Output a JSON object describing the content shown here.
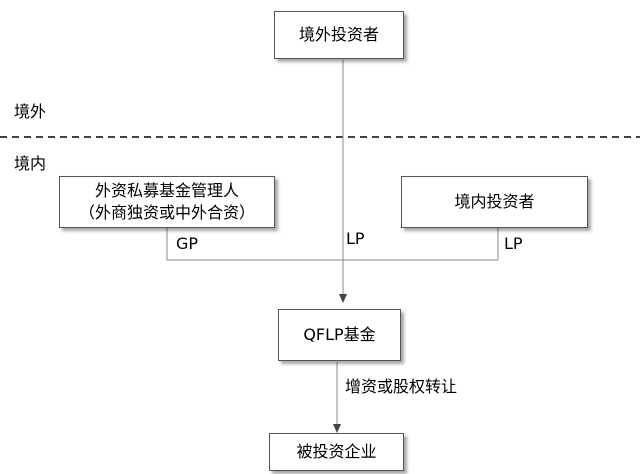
{
  "regions": {
    "offshore": "境外",
    "onshore": "境内"
  },
  "nodes": {
    "foreign_investor": "境外投资者",
    "manager_line1": "外资私募基金管理人",
    "manager_line2": "（外商独资或中外合资）",
    "domestic_investor": "境内投资者",
    "qflp_fund": "QFLP基金",
    "investee": "被投资企业"
  },
  "edge_labels": {
    "gp": "GP",
    "lp_foreign": "LP",
    "lp_domestic": "LP",
    "capital_increase": "增资或股权转让"
  }
}
